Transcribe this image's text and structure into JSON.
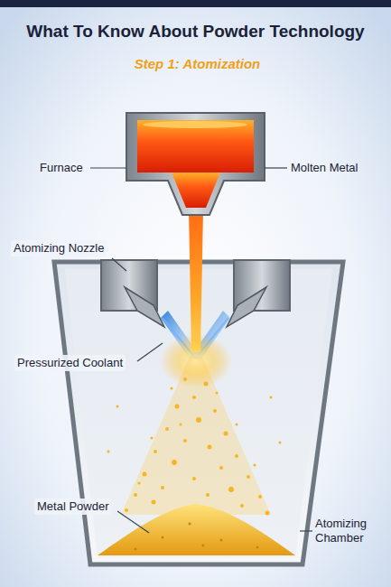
{
  "diagram": {
    "title": "What To Know About Powder Technology",
    "labels": [
      "Step 1: Atomization",
      "Furnace",
      "Molten Metal",
      "Atomizing Nozzle",
      "Pressurized Coolant",
      "Metal Powder",
      "Atomizing Chamber"
    ]
  }
}
